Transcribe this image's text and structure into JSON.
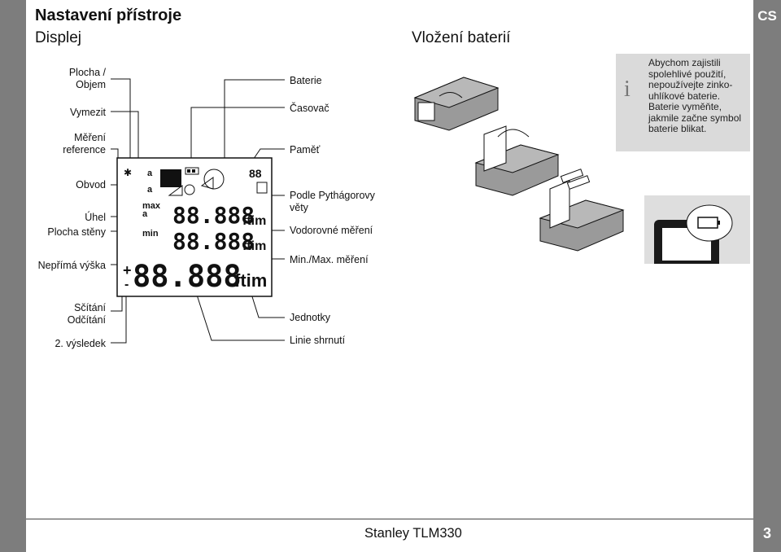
{
  "header": {
    "title": "Nastavení přístroje",
    "lang": "CS",
    "display_heading": "Displej",
    "battery_heading": "Vložení baterií"
  },
  "display_labels": {
    "left": [
      {
        "id": "area-volume",
        "text": "Plocha /\nObjem"
      },
      {
        "id": "delimit",
        "text": "Vymezit"
      },
      {
        "id": "measure-ref",
        "text": "Měření\nreference"
      },
      {
        "id": "perimeter",
        "text": "Obvod"
      },
      {
        "id": "angle",
        "text": "Úhel"
      },
      {
        "id": "wall-area",
        "text": "Plocha stěny"
      },
      {
        "id": "indirect-height",
        "text": "Nepřímá výška"
      },
      {
        "id": "add-sub",
        "text": "Sčítání\nOdčítání"
      },
      {
        "id": "second-result",
        "text": "2. výsledek"
      }
    ],
    "right": [
      {
        "id": "battery",
        "text": "Baterie"
      },
      {
        "id": "timer",
        "text": "Časovač"
      },
      {
        "id": "memory",
        "text": "Paměť"
      },
      {
        "id": "pythagoras",
        "text": "Podle Pythágorovy\nvěty"
      },
      {
        "id": "horizontal",
        "text": "Vodorovné měření"
      },
      {
        "id": "minmax",
        "text": "Min./Max. měření"
      },
      {
        "id": "units",
        "text": "Jednotky"
      },
      {
        "id": "summary-line",
        "text": "Linie shrnutí"
      }
    ]
  },
  "lcd": {
    "digits_small": "88.888",
    "digits_large": "88.888",
    "unit": "ftim",
    "max_label": "max",
    "min_label": "min",
    "a_label": "a",
    "plus": "+",
    "minus": "-",
    "mem": "88"
  },
  "info": {
    "icon": "info-icon",
    "text": "Abychom zajistili spolehlivé použití, nepoužívejte zinko-uhlíkové baterie. Baterie vyměňte, jakmile začne symbol baterie blikat."
  },
  "footer": {
    "product": "Stanley TLM330",
    "page": "3"
  }
}
